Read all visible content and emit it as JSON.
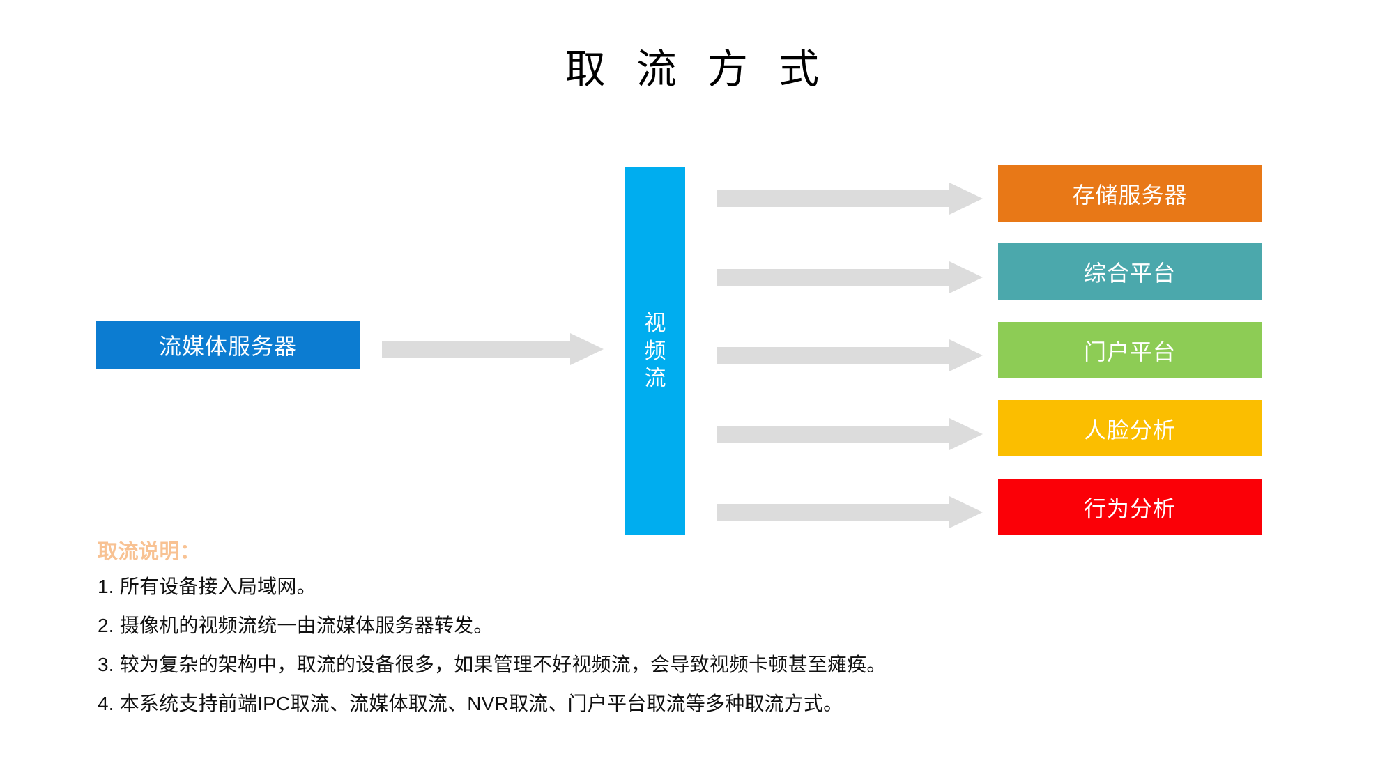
{
  "slide": {
    "title": "取 流 方 式"
  },
  "diagram": {
    "source": {
      "label": "流媒体服务器",
      "color": "#0C7CD1"
    },
    "hub": {
      "label": "视频流",
      "chars": [
        "视",
        "频",
        "流"
      ],
      "color": "#00ADEF"
    },
    "targets": [
      {
        "label": "存储服务器",
        "color": "#E87817"
      },
      {
        "label": "综合平台",
        "color": "#4BA8AC"
      },
      {
        "label": "门户平台",
        "color": "#8DCC55"
      },
      {
        "label": "人脸分析",
        "color": "#FBBE00"
      },
      {
        "label": "行为分析",
        "color": "#FB0007"
      }
    ],
    "arrow_color": "#DCDCDC",
    "arrow_count": 6
  },
  "notes": {
    "heading": "取流说明：",
    "heading_color": "#F8C293",
    "items": [
      {
        "num": "1.",
        "text": "所有设备接入局域网。"
      },
      {
        "num": "2.",
        "text": "摄像机的视频流统一由流媒体服务器转发。"
      },
      {
        "num": "3.",
        "text": "较为复杂的架构中，取流的设备很多，如果管理不好视频流，会导致视频卡顿甚至瘫痪。"
      },
      {
        "num": "4.",
        "text": "本系统支持前端IPC取流、流媒体取流、NVR取流、门户平台取流等多种取流方式。"
      }
    ]
  }
}
